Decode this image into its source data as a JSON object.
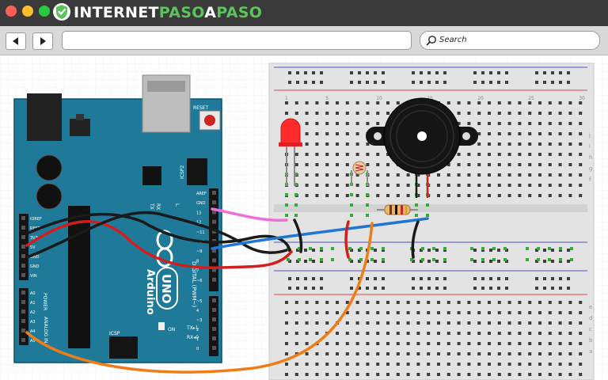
{
  "window": {
    "buttons": [
      "close",
      "minimize",
      "maximize"
    ]
  },
  "logo": {
    "part1": "INTERNET",
    "part2": "PASO",
    "part3": "A",
    "part4": "PASO",
    "icon": "shield-check-icon",
    "accent_color": "#5cc45c"
  },
  "toolbar": {
    "back_icon": "triangle-left-icon",
    "forward_icon": "triangle-right-icon",
    "url_value": "",
    "search_label": "Search"
  },
  "circuit": {
    "board_labels": {
      "reset": "RESET",
      "icsp2": "ICSP2",
      "l": "L",
      "tx": "TX",
      "rx": "RX",
      "brand": "Arduino",
      "model": "UNO",
      "digital": "DIGITAL (PWM~)",
      "analog": "ANALOG IN",
      "power": "POWER",
      "on": "ON",
      "icsp": "ICSP",
      "txd": "TX▸1",
      "rxd": "RX◂0"
    },
    "power_pins": [
      "IOREF",
      "RESET",
      "3V3",
      "5V",
      "GND",
      "GND",
      "VIN"
    ],
    "analog_pins": [
      "A0",
      "A1",
      "A2",
      "A3",
      "A4",
      "A5"
    ],
    "digital_pins": [
      "AREF",
      "GND",
      "13",
      "12",
      "~11",
      "~10",
      "~9",
      "8",
      "7",
      "~6",
      "~5",
      "4",
      "~3",
      "2",
      "1",
      "0"
    ],
    "row_letters_top": [
      "j",
      "i",
      "h",
      "g",
      "f"
    ],
    "row_letters_bottom": [
      "e",
      "d",
      "c",
      "b",
      "a"
    ],
    "column_numbers": [
      "1",
      "5",
      "10",
      "15",
      "20",
      "25",
      "30"
    ],
    "colors": {
      "board": "#1f7a99",
      "breadboard": "#e6e6e6",
      "wire_pink": "#ee6fd6",
      "wire_red": "#d21e1e",
      "wire_black": "#1a1a1a",
      "wire_blue": "#1f77d2",
      "wire_orange": "#ef7d17",
      "led": "#ff2a2a",
      "buzzer": "#151515"
    }
  }
}
